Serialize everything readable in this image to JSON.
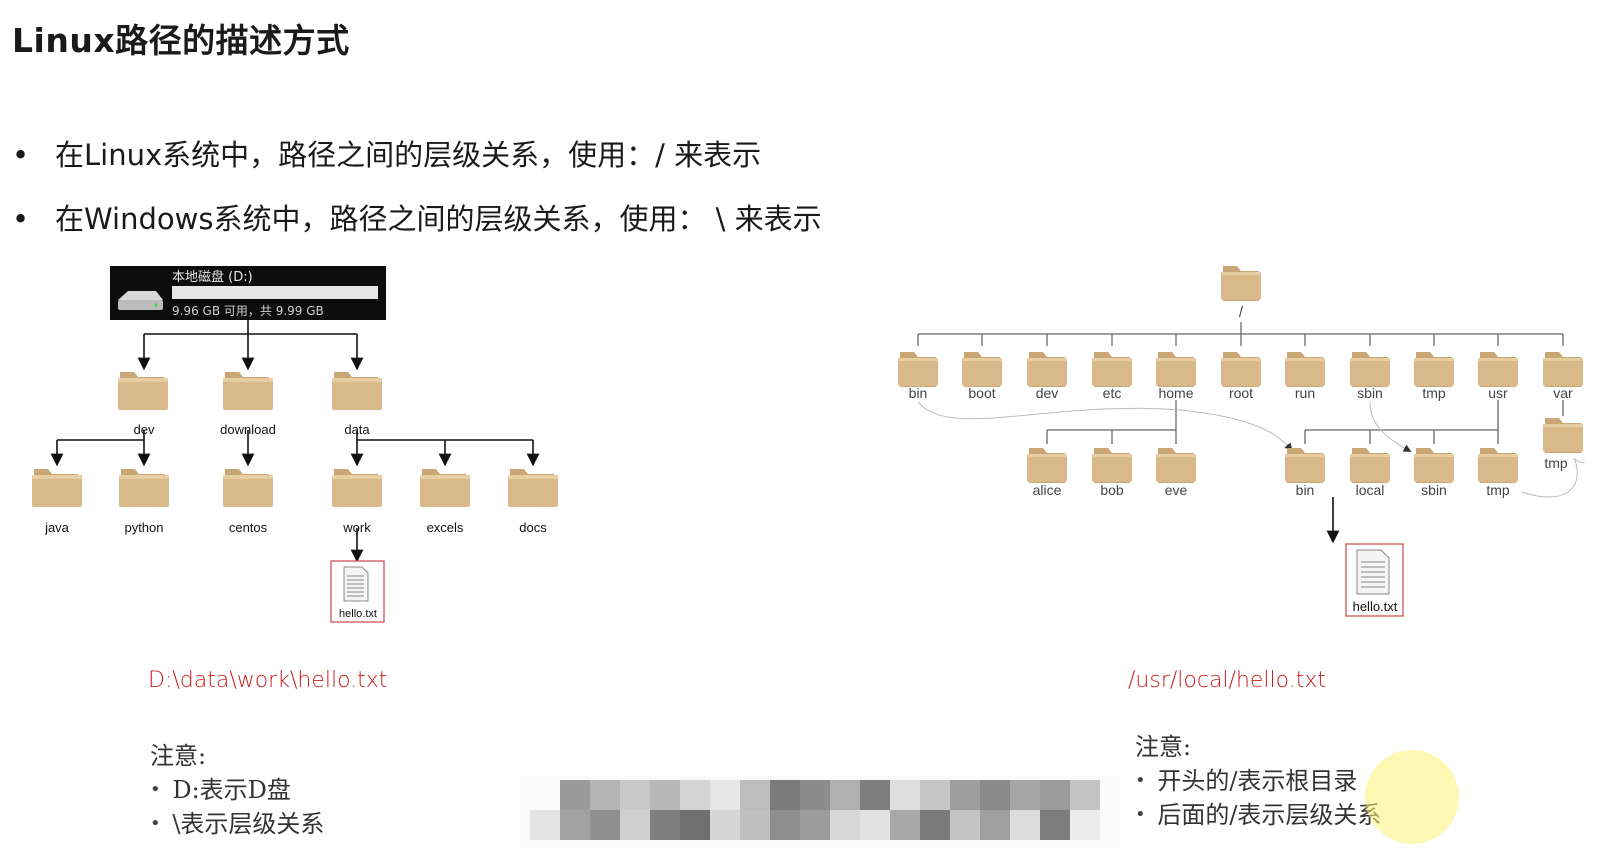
{
  "title": "Linux路径的描述方式",
  "bullets": [
    {
      "text": "在Linux系统中，路径之间的层级关系，使用：/ 来表示"
    },
    {
      "text": "在Windows系统中，路径之间的层级关系，使用： \\ 来表示"
    }
  ],
  "windows": {
    "drive_name": "本地磁盘 (D:)",
    "drive_space": "9.96 GB 可用，共 9.99 GB",
    "level1": [
      "dev",
      "download",
      "data"
    ],
    "level2": [
      "java",
      "python",
      "centos",
      "work",
      "excels",
      "docs"
    ],
    "file": "hello.txt",
    "path": "D:\\data\\work\\hello.txt",
    "note_title": "注意:",
    "notes": [
      "D:表示D盘",
      "\\表示层级关系"
    ]
  },
  "linux": {
    "root_label": "/",
    "top_dirs": [
      "bin",
      "boot",
      "dev",
      "etc",
      "home",
      "root",
      "run",
      "sbin",
      "tmp",
      "usr",
      "var"
    ],
    "home_dirs": [
      "alice",
      "bob",
      "eve"
    ],
    "usr_dirs": [
      "bin",
      "local",
      "sbin",
      "tmp"
    ],
    "var_dirs": [
      "tmp"
    ],
    "file": "hello.txt",
    "path": "/usr/local/hello.txt",
    "note_title": "注意:",
    "notes": [
      "开头的/表示根目录",
      "后面的/表示层级关系"
    ]
  },
  "colors": {
    "folder_front": "#d9b98a",
    "folder_back": "#c9a676",
    "accent_red": "#c81e1e",
    "drive_banner": "#0d0d0d"
  }
}
